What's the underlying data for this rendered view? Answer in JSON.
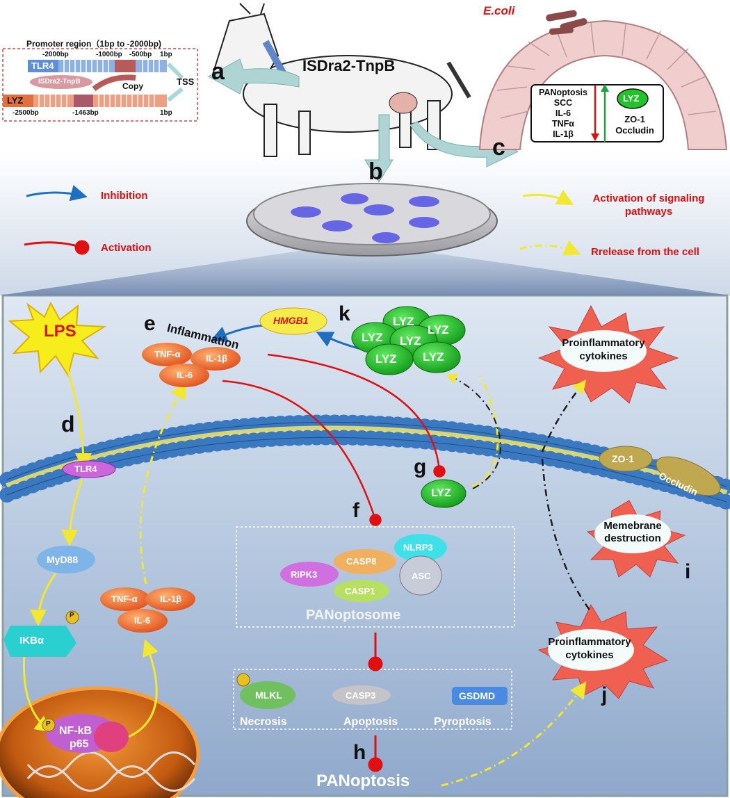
{
  "top": {
    "goat_label": "ISDra2-TnpB",
    "ecoli_label": "E.coli",
    "promoter": {
      "title": "Promoter region（1bp to -2000bp)",
      "ticks_top": [
        "-2000bp",
        "-1000bp",
        "-500bp",
        "1bp"
      ],
      "tlr4": "TLR4",
      "isdra2": "ISDra2-TnpB",
      "copy": "Copy",
      "tss": "TSS",
      "lyz": "LYZ",
      "ticks_bottom": [
        "-2500bp",
        "-1463bp",
        "1bp"
      ]
    },
    "box_down": [
      "PANoptosis",
      "SCC",
      "IL-6",
      "TNFα",
      "IL-1β"
    ],
    "box_up_lyz": "LYZ",
    "box_up": [
      "ZO-1",
      "Occludin"
    ],
    "panel_letters": {
      "a": "a",
      "b": "b",
      "c": "c"
    }
  },
  "legend": {
    "inhibition": "Inhibition",
    "activation": "Activation",
    "activation_signaling": "Activation of signaling pathways",
    "release": "Rrelease from the cell"
  },
  "bottom": {
    "lps": "LPS",
    "hmgb1": "HMGB1",
    "inflammation": "Inflammation",
    "cytokines": [
      "TNF-α",
      "IL-1β",
      "IL-6"
    ],
    "lyz_cluster": [
      "LYZ",
      "LYZ",
      "LYZ",
      "LYZ",
      "LYZ",
      "LYZ"
    ],
    "lyz_single": "LYZ",
    "tlr4": "TLR4",
    "myd88": "MyD88",
    "ikba": "IKBα",
    "p": "P",
    "nfkb": "NF-kB",
    "p65": "p65",
    "zo1": "ZO-1",
    "occludin": "Occludin",
    "membrane": [
      "Memebrane",
      "destruction"
    ],
    "proinflam": [
      "Proinflammatory",
      "cytokines"
    ],
    "panoptosome": {
      "ripk3": "RIPK3",
      "casp8": "CASP8",
      "nlrp3": "NLRP3",
      "asc": "ASC",
      "casp1": "CASP1",
      "label": "PANoptosome"
    },
    "death": {
      "mlkl": "MLKL",
      "casp3": "CASP3",
      "gsdmd": "GSDMD",
      "necrosis": "Necrosis",
      "apoptosis": "Apoptosis",
      "pyroptosis": "Pyroptosis"
    },
    "panoptosis": "PANoptosis",
    "letters": {
      "d": "d",
      "e": "e",
      "f": "f",
      "g": "g",
      "h": "h",
      "i": "i",
      "j": "j",
      "k": "k"
    }
  },
  "colors": {
    "activation_red": "#e01010",
    "inhibition_blue": "#1e6fc0",
    "signal_yellow": "#f2e830",
    "lyz_green": "#22c42a",
    "panel_bg": "#c8d6ea"
  }
}
